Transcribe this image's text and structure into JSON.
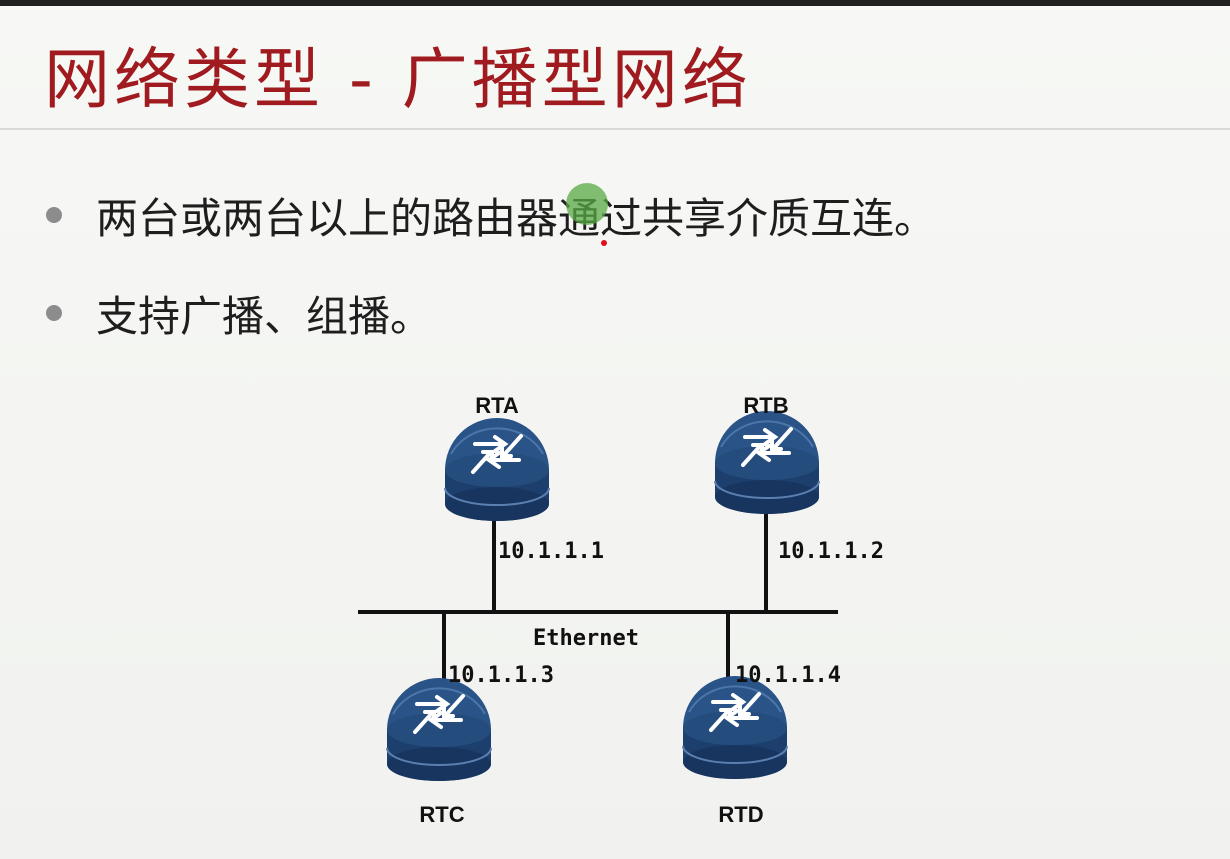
{
  "slide": {
    "title": "网络类型  -  广播型网络",
    "bullets": [
      "两台或两台以上的路由器通过共享介质互连。",
      "支持广播、组播。"
    ]
  },
  "diagram": {
    "bus_label": "Ethernet",
    "routers": [
      {
        "name": "RTA",
        "ip": "10.1.1.1"
      },
      {
        "name": "RTB",
        "ip": "10.1.1.2"
      },
      {
        "name": "RTC",
        "ip": "10.1.1.3"
      },
      {
        "name": "RTD",
        "ip": "10.1.1.4"
      }
    ]
  },
  "colors": {
    "title": "#a01b1f",
    "router_body": "#1d3f6e",
    "router_top": "#2e5a90"
  }
}
